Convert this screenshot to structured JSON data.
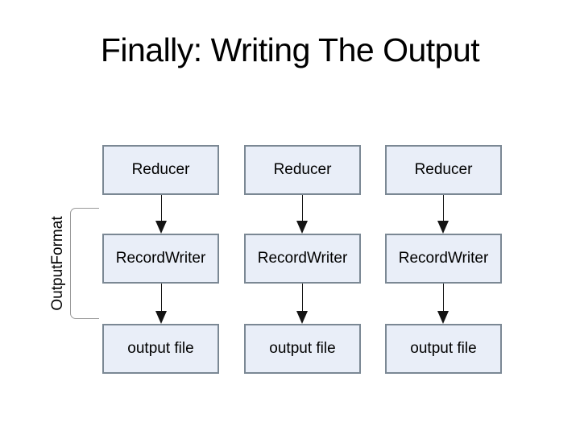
{
  "slide": {
    "title": "Finally: Writing The Output"
  },
  "colors": {
    "box_fill": "#e9eef8",
    "box_border": "#7b8894",
    "arrow": "#141414",
    "bracket": "#999999",
    "text": "#000000"
  },
  "diagram": {
    "group_label": "OutputFormat",
    "columns": [
      {
        "boxes": [
          {
            "label": "Reducer"
          },
          {
            "label": "RecordWriter"
          },
          {
            "label": "output file"
          }
        ]
      },
      {
        "boxes": [
          {
            "label": "Reducer"
          },
          {
            "label": "RecordWriter"
          },
          {
            "label": "output file"
          }
        ]
      },
      {
        "boxes": [
          {
            "label": "Reducer"
          },
          {
            "label": "RecordWriter"
          },
          {
            "label": "output file"
          }
        ]
      }
    ]
  }
}
